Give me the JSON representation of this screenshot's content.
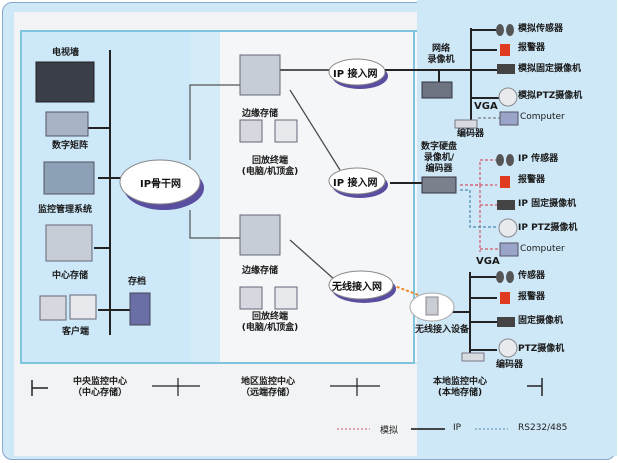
{
  "central": {
    "tv_wall": "电视墙",
    "digital_matrix": "数字矩阵",
    "mgmt_system": "监控管理系统",
    "center_storage": "中心存储",
    "archive": "存档",
    "client": "客户端",
    "backbone": "IP骨干网"
  },
  "regional": {
    "edge_storage_1": "边缘存储",
    "playback_1_line1": "回放终端",
    "playback_1_line2": "(电脑/机顶盒)",
    "edge_storage_2": "边缘存储",
    "playback_2_line1": "回放终端",
    "playback_2_line2": "(电脑/机顶盒)",
    "access_net_1": "IP 接入网",
    "access_net_2": "IP 接入网",
    "wireless_net": "无线接入网"
  },
  "local": {
    "group1": {
      "recorder_line1": "网络",
      "recorder_line2": "录像机",
      "encoder": "编码器",
      "vga": "VGA",
      "items": [
        "模拟传感器",
        "报警器",
        "模拟固定摄像机",
        "模拟PTZ摄像机",
        "Computer"
      ]
    },
    "group2": {
      "recorder_line1": "数字硬盘",
      "recorder_line2": "录像机/",
      "recorder_line3": "编码器",
      "vga": "VGA",
      "items": [
        "IP 传感器",
        "报警器",
        "IP 固定摄像机",
        "IP PTZ摄像机",
        "Computer"
      ]
    },
    "group3": {
      "wireless_device": "无线接入设备",
      "encoder": "编码器",
      "items": [
        "传感器",
        "报警器",
        "固定摄像机",
        "PTZ摄像机"
      ]
    }
  },
  "footer": {
    "central_line1": "中央监控中心",
    "central_line2": "（中心存储）",
    "regional_line1": "地区监控中心",
    "regional_line2": "（远端存储）",
    "local_line1": "本地监控中心",
    "local_line2": "(本地存储)"
  },
  "legend": {
    "analog": "模拟",
    "ip": "IP",
    "serial": "RS232/485",
    "colors": {
      "analog": "#d05a6a",
      "ip": "#111111",
      "serial": "#4a8ab0",
      "wireless": "#f08a2a"
    }
  }
}
